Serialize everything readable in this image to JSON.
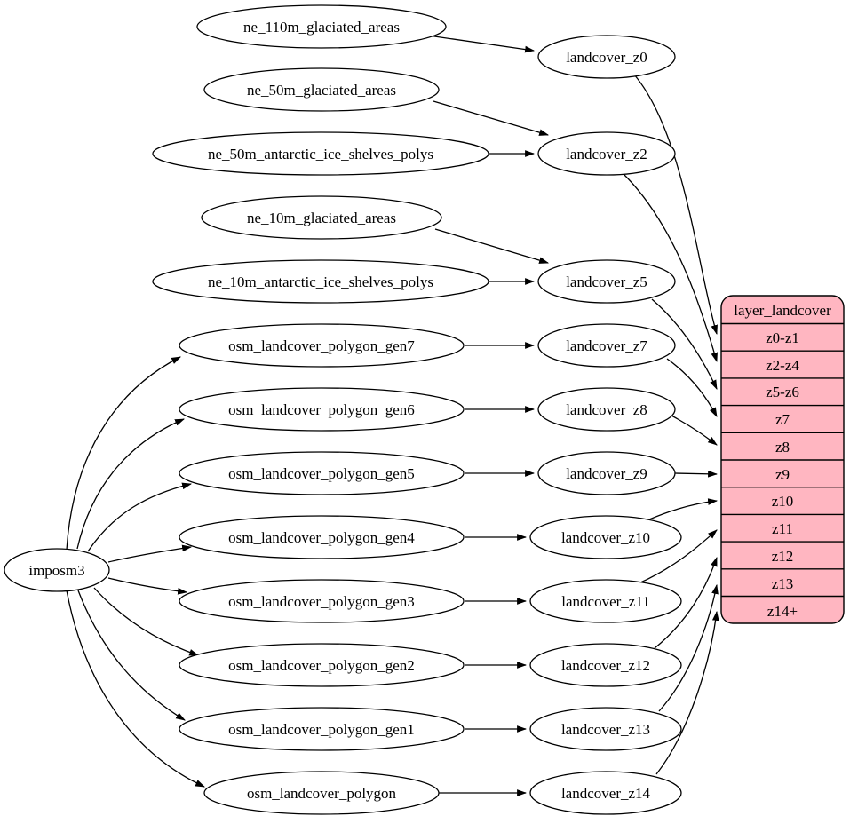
{
  "diagram": {
    "type": "graphviz-etl-flow",
    "colors": {
      "background": "#ffffff",
      "node_fill": "#ffffff",
      "node_stroke": "#000000",
      "edge_color": "#000000",
      "record_fill": "#ffb6c1"
    },
    "nodes": {
      "imposm3": "imposm3",
      "ne_110m_glaciated_areas": "ne_110m_glaciated_areas",
      "ne_50m_glaciated_areas": "ne_50m_glaciated_areas",
      "ne_50m_antarctic_ice_shelves_polys": "ne_50m_antarctic_ice_shelves_polys",
      "ne_10m_glaciated_areas": "ne_10m_glaciated_areas",
      "ne_10m_antarctic_ice_shelves_polys": "ne_10m_antarctic_ice_shelves_polys",
      "osm_landcover_polygon_gen7": "osm_landcover_polygon_gen7",
      "osm_landcover_polygon_gen6": "osm_landcover_polygon_gen6",
      "osm_landcover_polygon_gen5": "osm_landcover_polygon_gen5",
      "osm_landcover_polygon_gen4": "osm_landcover_polygon_gen4",
      "osm_landcover_polygon_gen3": "osm_landcover_polygon_gen3",
      "osm_landcover_polygon_gen2": "osm_landcover_polygon_gen2",
      "osm_landcover_polygon_gen1": "osm_landcover_polygon_gen1",
      "osm_landcover_polygon": "osm_landcover_polygon",
      "landcover_z0": "landcover_z0",
      "landcover_z2": "landcover_z2",
      "landcover_z5": "landcover_z5",
      "landcover_z7": "landcover_z7",
      "landcover_z8": "landcover_z8",
      "landcover_z9": "landcover_z9",
      "landcover_z10": "landcover_z10",
      "landcover_z11": "landcover_z11",
      "landcover_z12": "landcover_z12",
      "landcover_z13": "landcover_z13",
      "landcover_z14": "landcover_z14"
    },
    "record": {
      "title": "layer_landcover",
      "rows": [
        "z0-z1",
        "z2-z4",
        "z5-z6",
        "z7",
        "z8",
        "z9",
        "z10",
        "z11",
        "z12",
        "z13",
        "z14+"
      ]
    },
    "edges": [
      {
        "from": "ne_110m_glaciated_areas",
        "to": "landcover_z0"
      },
      {
        "from": "ne_50m_glaciated_areas",
        "to": "landcover_z2"
      },
      {
        "from": "ne_50m_antarctic_ice_shelves_polys",
        "to": "landcover_z2"
      },
      {
        "from": "ne_10m_glaciated_areas",
        "to": "landcover_z5"
      },
      {
        "from": "ne_10m_antarctic_ice_shelves_polys",
        "to": "landcover_z5"
      },
      {
        "from": "imposm3",
        "to": "osm_landcover_polygon_gen7"
      },
      {
        "from": "imposm3",
        "to": "osm_landcover_polygon_gen6"
      },
      {
        "from": "imposm3",
        "to": "osm_landcover_polygon_gen5"
      },
      {
        "from": "imposm3",
        "to": "osm_landcover_polygon_gen4"
      },
      {
        "from": "imposm3",
        "to": "osm_landcover_polygon_gen3"
      },
      {
        "from": "imposm3",
        "to": "osm_landcover_polygon_gen2"
      },
      {
        "from": "imposm3",
        "to": "osm_landcover_polygon_gen1"
      },
      {
        "from": "imposm3",
        "to": "osm_landcover_polygon"
      },
      {
        "from": "osm_landcover_polygon_gen7",
        "to": "landcover_z7"
      },
      {
        "from": "osm_landcover_polygon_gen6",
        "to": "landcover_z8"
      },
      {
        "from": "osm_landcover_polygon_gen5",
        "to": "landcover_z9"
      },
      {
        "from": "osm_landcover_polygon_gen4",
        "to": "landcover_z10"
      },
      {
        "from": "osm_landcover_polygon_gen3",
        "to": "landcover_z11"
      },
      {
        "from": "osm_landcover_polygon_gen2",
        "to": "landcover_z12"
      },
      {
        "from": "osm_landcover_polygon_gen1",
        "to": "landcover_z13"
      },
      {
        "from": "osm_landcover_polygon",
        "to": "landcover_z14"
      },
      {
        "from": "landcover_z0",
        "to": "layer_landcover.z0-z1"
      },
      {
        "from": "landcover_z2",
        "to": "layer_landcover.z2-z4"
      },
      {
        "from": "landcover_z5",
        "to": "layer_landcover.z5-z6"
      },
      {
        "from": "landcover_z7",
        "to": "layer_landcover.z7"
      },
      {
        "from": "landcover_z8",
        "to": "layer_landcover.z8"
      },
      {
        "from": "landcover_z9",
        "to": "layer_landcover.z9"
      },
      {
        "from": "landcover_z10",
        "to": "layer_landcover.z10"
      },
      {
        "from": "landcover_z11",
        "to": "layer_landcover.z11"
      },
      {
        "from": "landcover_z12",
        "to": "layer_landcover.z12"
      },
      {
        "from": "landcover_z13",
        "to": "layer_landcover.z13"
      },
      {
        "from": "landcover_z14",
        "to": "layer_landcover.z14+"
      }
    ]
  }
}
